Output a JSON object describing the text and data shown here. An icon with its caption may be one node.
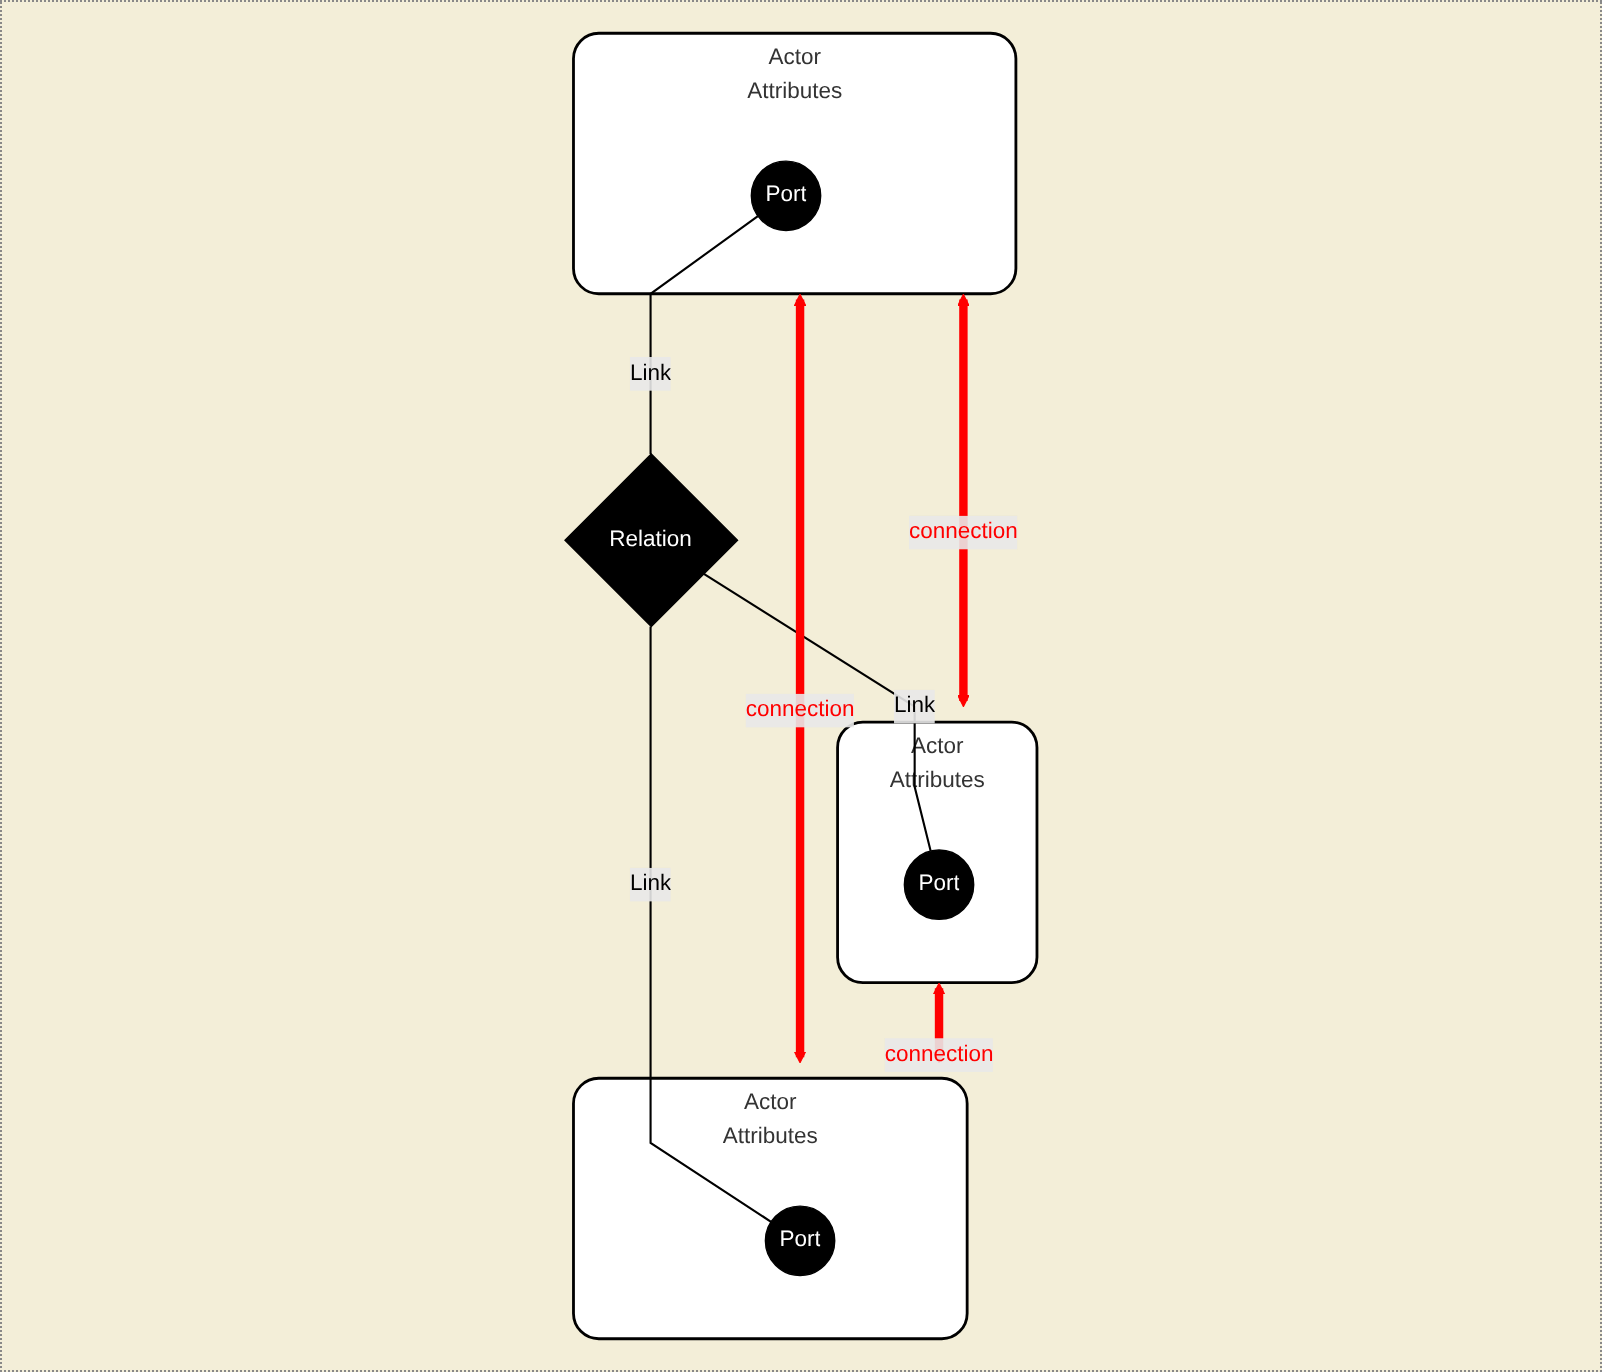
{
  "diagram": {
    "nodes": [
      {
        "text": [
          "Actor",
          "Attributes"
        ]
      },
      {
        "text": [
          "Port"
        ],
        "in": 0
      },
      {
        "text": [
          "Relation"
        ]
      },
      {
        "text": [
          "Actor",
          "Attributes"
        ]
      },
      {
        "text": [
          "Port"
        ],
        "in": 3
      },
      {
        "text": [
          "Actor",
          "Attributes"
        ]
      },
      {
        "text": [
          "Port"
        ],
        "in": 5
      }
    ],
    "edges": [
      {
        "from": 1,
        "to": 2,
        "arrow": "none",
        "label": "Link"
      },
      {
        "from": 2,
        "to": 4,
        "arrow": "none",
        "label": "Link"
      },
      {
        "from": 2,
        "to": 6,
        "arrow": "none",
        "label": "Link"
      },
      {
        "from": 0,
        "to": 3,
        "arrow": "both",
        "label": "connection",
        "style": "thick",
        "color": "#ff0000"
      },
      {
        "from": 0,
        "to": 5,
        "arrow": "both",
        "label": "connection",
        "style": "thick",
        "color": "#ff0000"
      },
      {
        "from": 3,
        "to": 5,
        "arrow": "both",
        "label": "connection",
        "style": "thick",
        "color": "#ff0000"
      }
    ]
  }
}
